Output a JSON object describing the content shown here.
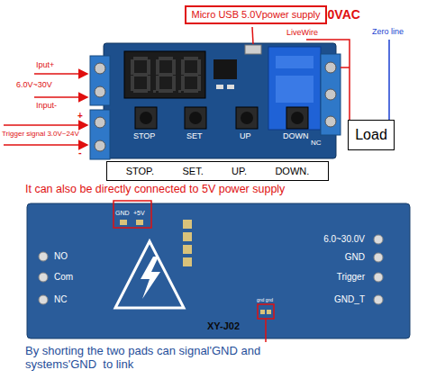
{
  "diagram": {
    "nodes": [
      {
        "text": [
          "Micro USB 5.0Vpower supply"
        ]
      },
      {
        "text": [
          "Load"
        ]
      },
      {
        "text": [
          "STOP.",
          "SET.",
          "UP.",
          "DOWN."
        ]
      }
    ],
    "labels": [
      "220VAC",
      "LiveWire",
      "Zero line",
      "Iput+",
      "6.0V~30V",
      "Input-",
      "+",
      "Trigger signal 3.0V~24V",
      "-",
      "STOP",
      "SET",
      "UP",
      "DOWN",
      "NC",
      "It can also be directly connected to 5V power supply",
      "GND",
      "+5V",
      "NO",
      "Com",
      "NC",
      "6.0~30.0V",
      "GND",
      "Trigger",
      "GND_T",
      "XY-J02",
      "gnd gnd",
      "By shorting the two pads can signal'GND and systems'GND  to link"
    ]
  }
}
